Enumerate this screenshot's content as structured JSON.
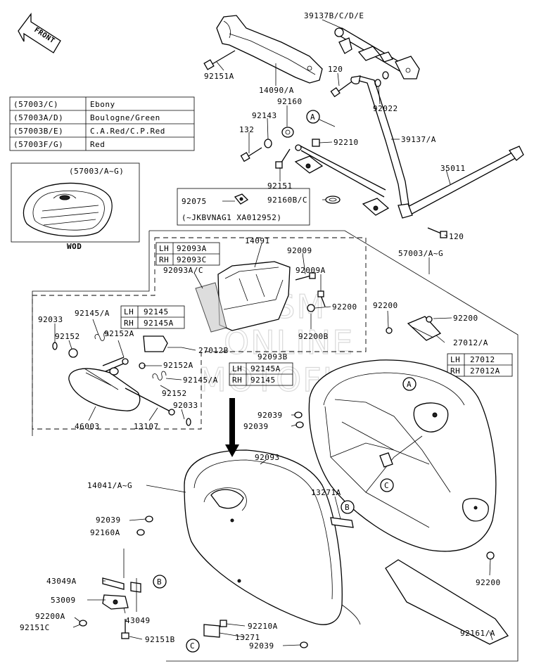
{
  "front_label": "FRONT",
  "watermark": [
    "HUSM",
    "ONLINE",
    "MOTOFICHE"
  ],
  "color_table": [
    {
      "code": "(57003/C)",
      "color": "Ebony"
    },
    {
      "code": "(57003A/D)",
      "color": "Boulogne/Green"
    },
    {
      "code": "(57003B/E)",
      "color": "C.A.Red/C.P.Red"
    },
    {
      "code": "(57003F/G)",
      "color": "Red"
    }
  ],
  "inset": {
    "title": "(57003/A~G)",
    "caption": "WOD"
  },
  "serial_note": "(~JKBVNAG1 XA012952)",
  "lh_rh_boxes": {
    "box1": {
      "lh": "92093A",
      "rh": "92093C"
    },
    "box2": {
      "lh": "92145",
      "rh": "92145A"
    },
    "box3": {
      "lh": "92145A",
      "rh": "92145"
    },
    "box4": {
      "lh": "27012",
      "rh": "27012A"
    }
  },
  "callouts": {
    "a": "A",
    "b": "B",
    "c": "C"
  },
  "labels": {
    "p39137bcde": "39137B/C/D/E",
    "p92151a": "92151A",
    "p14090a": "14090/A",
    "p120_top": "120",
    "p92022": "92022",
    "p92160": "92160",
    "p92143": "92143",
    "p132": "132",
    "p92210": "92210",
    "p39137a": "39137/A",
    "p92151": "92151",
    "p35011": "35011",
    "p92160bc": "92160B/C",
    "p92075": "92075",
    "p120_bot": "120",
    "p14091": "14091",
    "p92009": "92009",
    "p57003ag": "57003/A~G",
    "p92009a": "92009A",
    "p92093ac": "92093A/C",
    "p92200_a": "92200",
    "p92200_b": "92200",
    "p92200_c": "92200",
    "p92200_d": "92200",
    "p92200b": "92200B",
    "p92033_a": "92033",
    "p92145a_top": "92145/A",
    "p92152": "92152",
    "p92152a_a": "92152A",
    "p27012b": "27012B",
    "p27012a": "27012/A",
    "p92093b": "92093B",
    "p92152a_b": "92152A",
    "p92145a_mid": "92145/A",
    "p92152_b": "92152",
    "p92033_b": "92033",
    "p46003": "46003",
    "p13107": "13107",
    "p92039_a": "92039",
    "p92039_b": "92039",
    "p92039_c": "92039",
    "p92039_d": "92039",
    "p92093": "92093",
    "p14041": "14041/A~G",
    "p13271a": "13271A",
    "p92160a": "92160A",
    "p43049a": "43049A",
    "p53009": "53009",
    "p43049": "43049",
    "p92200a": "92200A",
    "p92151c": "92151C",
    "p92151b": "92151B",
    "p92210a": "92210A",
    "p13271": "13271",
    "p92161a": "92161/A"
  }
}
